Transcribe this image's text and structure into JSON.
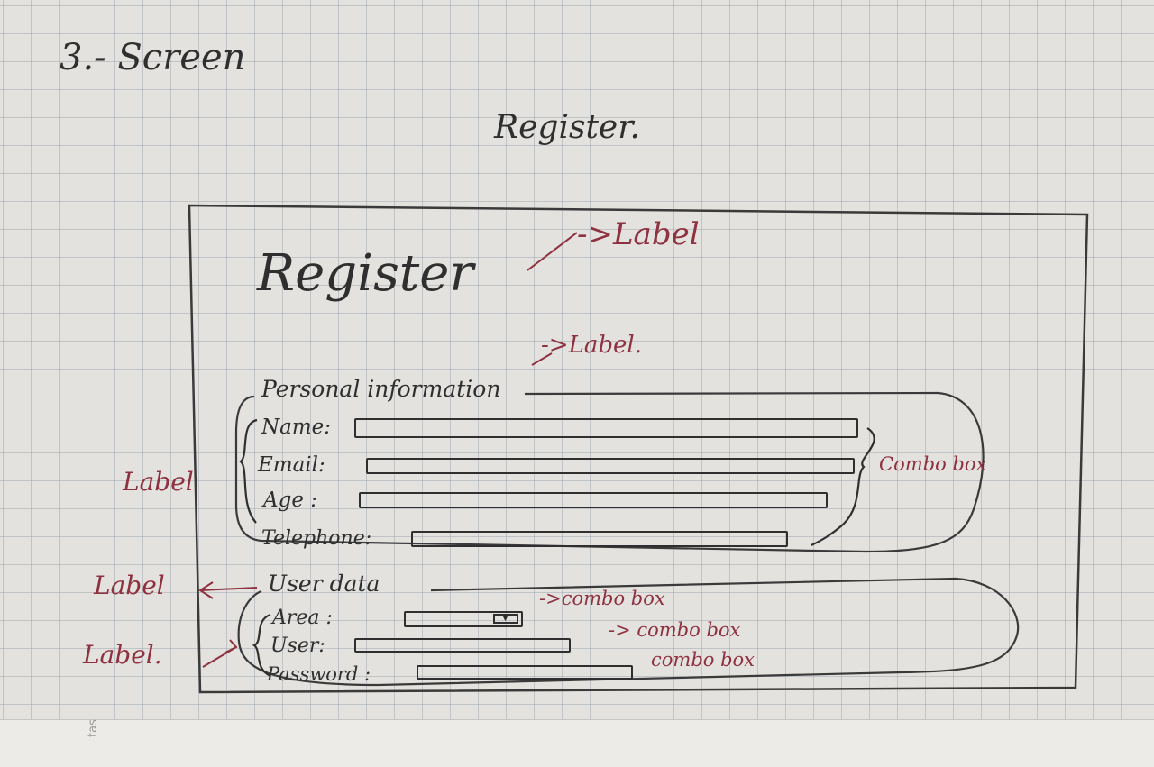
{
  "sketch": {
    "heading": "3.- Screen",
    "top_title": "Register.",
    "form_title": "Register",
    "section_personal": "Personal information",
    "section_user": "User data",
    "fields_personal": {
      "name": "Name:",
      "email": "Email:",
      "age": "Age :",
      "telephone": "Telephone:"
    },
    "fields_user": {
      "area": "Area :",
      "user": "User:",
      "password": "Password :"
    },
    "annotations": {
      "label_arrow_1": "->Label",
      "label_arrow_2": "->Label.",
      "combo_box_personal": "Combo box",
      "combo_box_area": "->combo box",
      "combo_box_user": "-> combo box",
      "combo_box_password": "combo box",
      "left_label_1": "Label",
      "left_label_2": "Label",
      "left_label_3": "Label."
    },
    "margin_text": "tas"
  },
  "colors": {
    "ink": "#2f2f2f",
    "annotation_red": "#8e3140",
    "paper": "#e4e2de"
  }
}
